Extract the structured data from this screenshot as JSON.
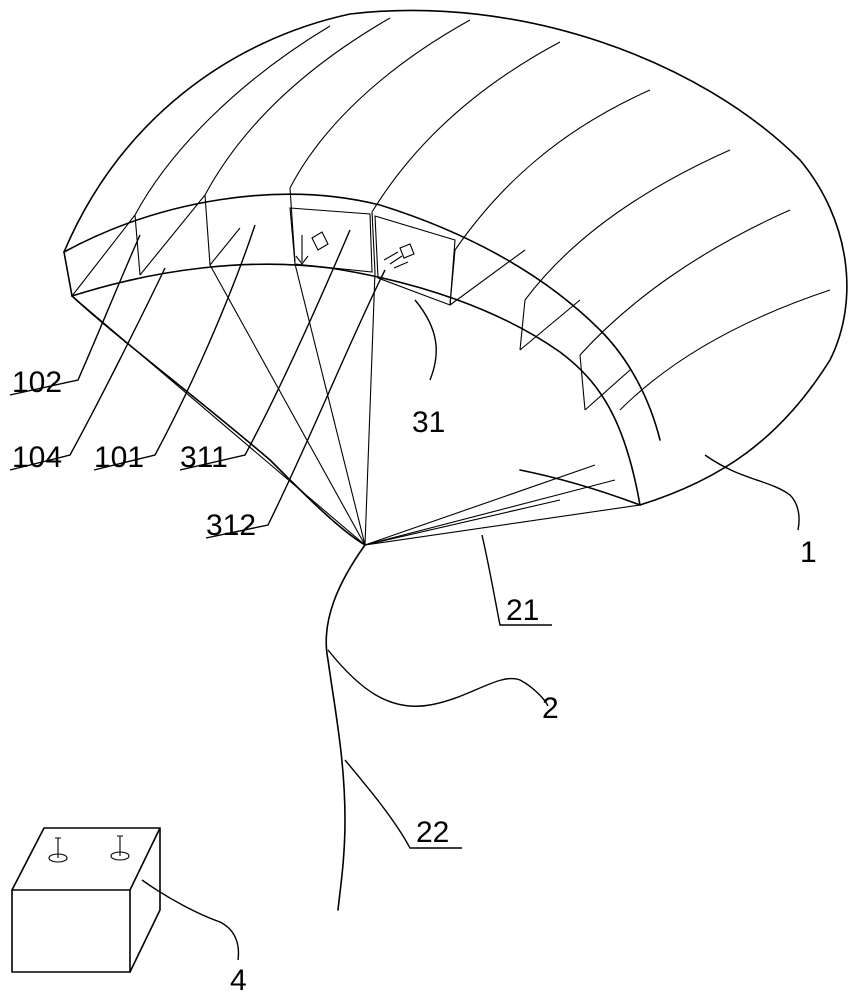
{
  "labels": {
    "canopy": "1",
    "cell_102": "102",
    "cell_104": "104",
    "cell_101": "101",
    "vent_311": "311",
    "vent_312": "312",
    "valve": "31",
    "suspension_lines": "21",
    "tether": "2",
    "cable": "22",
    "controller": "4"
  }
}
